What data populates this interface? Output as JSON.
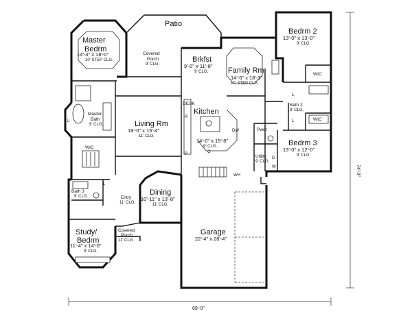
{
  "rooms": {
    "patio": {
      "name": "Patio"
    },
    "master_bedroom": {
      "name1": "Master",
      "name2": "Bedrm",
      "dim": "14'-4\" x 18'-0\"",
      "ceiling": "10' STEP CLG."
    },
    "covered_porch_top": {
      "name1": "Covered",
      "name2": "Porch",
      "ceiling": "9' CLG."
    },
    "breakfast": {
      "name": "Brkfst",
      "dim": "9'-0\" x 11'-8\"",
      "ceiling": "9' CLG."
    },
    "family_room": {
      "name": "Family Rm",
      "dim": "14'-6\" x 18'-3\"",
      "ceiling": "10' STEP CLG."
    },
    "bedroom2": {
      "name": "Bedrm 2",
      "dim": "13'-0\" x 13'-0\"",
      "ceiling": "9' CLG."
    },
    "master_bath": {
      "name1": "Master",
      "name2": "Bath",
      "ceiling": "9' CLG."
    },
    "living_room": {
      "name": "Living Rm",
      "dim": "18'-0\" x 15'-4\"",
      "ceiling": "11' CLG."
    },
    "kitchen": {
      "name": "Kitchen",
      "dim": "14'-0\" x 15'-8\"",
      "ceiling": "9' CLG."
    },
    "desk": {
      "name": "DESK"
    },
    "bath2": {
      "name": "Bath 2",
      "ceiling": "9' CLG."
    },
    "pwdr": {
      "name": "Pwdr"
    },
    "bedroom3": {
      "name": "Bedrm 3",
      "dim": "13'-0\" x 12'-0\"",
      "ceiling": "9' CLG."
    },
    "utility": {
      "name": "Utility",
      "ceiling": "9' CLG."
    },
    "wic_master": {
      "name": "WIC"
    },
    "wic_bed2": {
      "name": "WIC"
    },
    "wic_bed3": {
      "name": "WIC"
    },
    "bath3": {
      "name": "Bath 3",
      "ceiling": "9' CLG."
    },
    "entry": {
      "name": "Entry",
      "ceiling": "11' CLG."
    },
    "dining": {
      "name": "Dining",
      "dim": "10'-11\" x 13'-8\"",
      "ceiling": "11' CLG."
    },
    "garage": {
      "name": "Garage",
      "dim": "22'-4\" x 28'-4\""
    },
    "study": {
      "name1": "Study/",
      "name2": "Bedrm",
      "dim": "11'-4\" x 14'-0\"",
      "ceiling": "9' CLG."
    },
    "covered_porch_front": {
      "name1": "Covered",
      "name2": "Porch",
      "ceiling": "11' CLG."
    }
  },
  "markers": {
    "linen": "L",
    "wh": "WH",
    "pantry": "P",
    "refrigerator": "R",
    "oven": "O",
    "dishwasher": "DW",
    "dryer": "D",
    "washer": "W"
  },
  "dimensions": {
    "overall_width": "69'-0\"",
    "overall_depth": "74'-0\""
  }
}
